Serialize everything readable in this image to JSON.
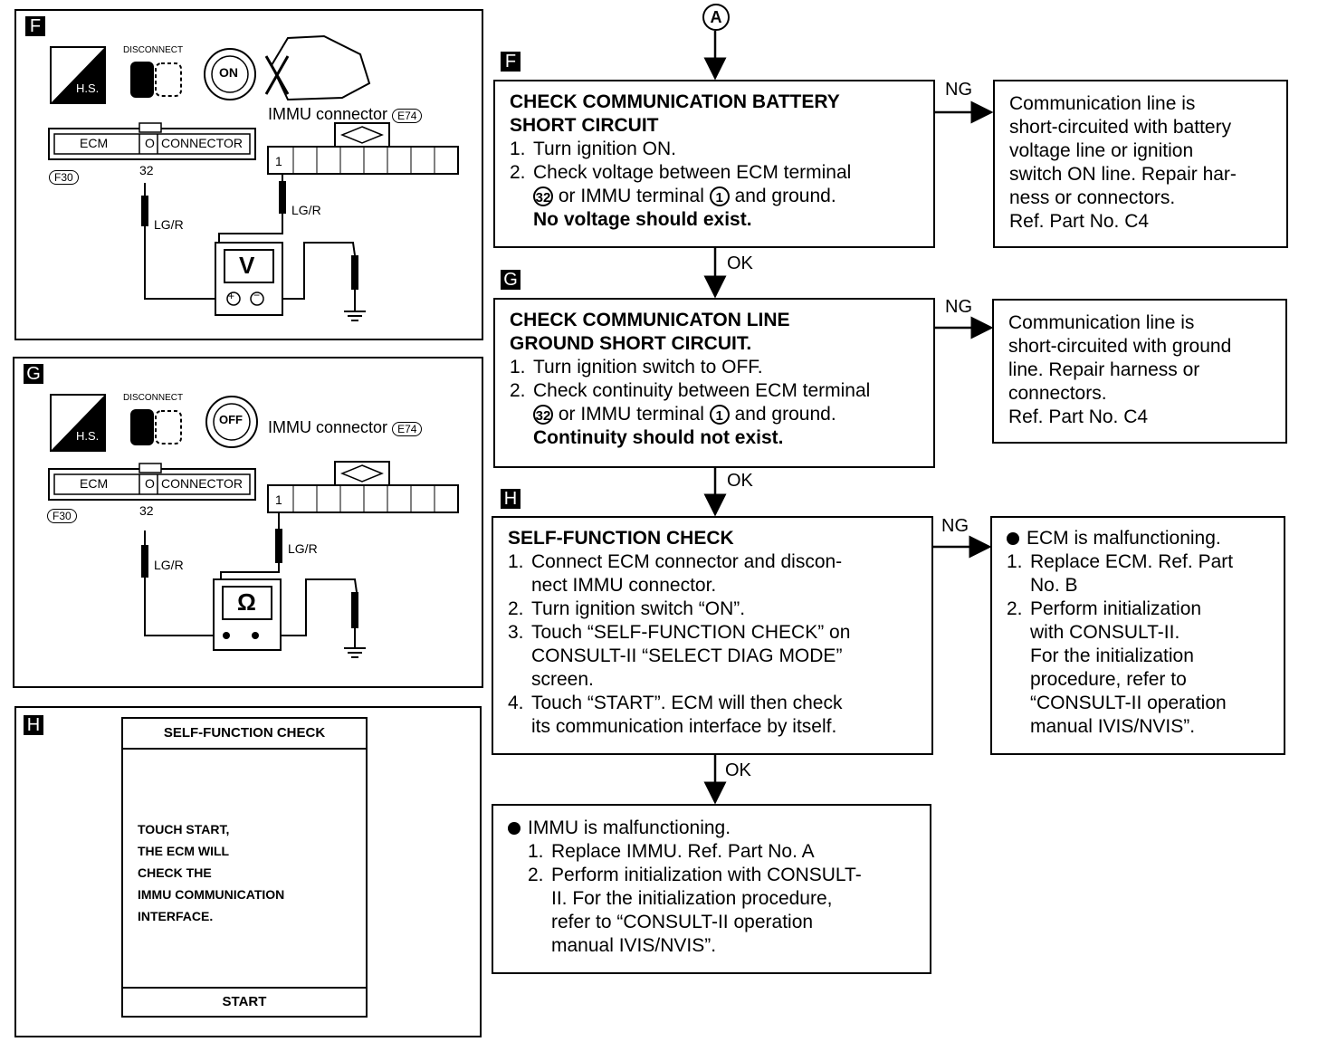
{
  "connector_A": "A",
  "steps": {
    "F": {
      "tag": "F",
      "title": "CHECK COMMUNICATION BATTERY SHORT CIRCUIT",
      "title_line1": "CHECK COMMUNICATION BATTERY",
      "title_line2": "SHORT CIRCUIT",
      "item1": "Turn ignition ON.",
      "item2_a": "Check voltage between ECM terminal",
      "item2_b_pre": "or IMMU terminal",
      "item2_b_post": "and ground.",
      "item2_term1": "32",
      "item2_term2": "1",
      "emphasis": "No voltage should exist.",
      "ng_label": "NG",
      "ok_label": "OK",
      "ng_result": [
        "Communication line is",
        "short-circuited with battery",
        "voltage line or ignition",
        "switch ON line. Repair har-",
        "ness or connectors.",
        "Ref. Part No. C4"
      ]
    },
    "G": {
      "tag": "G",
      "title_line1": "CHECK COMMUNICATON LINE",
      "title_line2": "GROUND SHORT CIRCUIT.",
      "item1": "Turn ignition switch to OFF.",
      "item2_a": "Check continuity between ECM terminal",
      "item2_b_pre": "or IMMU terminal",
      "item2_b_post": "and ground.",
      "item2_term1": "32",
      "item2_term2": "1",
      "emphasis": "Continuity should not exist.",
      "ng_label": "NG",
      "ok_label": "OK",
      "ng_result": [
        "Communication line is",
        "short-circuited with ground",
        "line. Repair harness or",
        "connectors.",
        "Ref. Part No. C4"
      ]
    },
    "H": {
      "tag": "H",
      "title": "SELF-FUNCTION CHECK",
      "items": [
        [
          "Connect ECM connector and discon-",
          "nect IMMU connector."
        ],
        [
          "Turn ignition switch “ON”."
        ],
        [
          "Touch “SELF-FUNCTION CHECK” on",
          "CONSULT-II “SELECT DIAG MODE”",
          "screen."
        ],
        [
          "Touch “START”. ECM will then check",
          "its communication interface by itself."
        ]
      ],
      "ng_label": "NG",
      "ok_label": "OK",
      "ng_result": {
        "bullet": "ECM is malfunctioning.",
        "items": [
          [
            "Replace ECM. Ref. Part",
            "No. B"
          ],
          [
            "Perform initialization",
            "with CONSULT-II.",
            "For the initialization",
            "procedure, refer to",
            "“CONSULT-II operation",
            "manual IVIS/NVIS”."
          ]
        ]
      }
    },
    "final": {
      "bullet": "IMMU is malfunctioning.",
      "items": [
        [
          "Replace IMMU. Ref. Part No. A"
        ],
        [
          "Perform initialization with CONSULT-",
          "II. For the initialization procedure,",
          "refer to “CONSULT-II operation",
          "manual IVIS/NVIS”."
        ]
      ]
    }
  },
  "diagrams": {
    "F": {
      "tag": "F",
      "hs": "H.S.",
      "disconnect": "DISCONNECT",
      "ign": "ON",
      "immu_connector": "IMMU connector",
      "immu_code": "E74",
      "ecm": "ECM",
      "connector": "CONNECTOR",
      "ecm_code": "F30",
      "terminal_ecm": "32",
      "terminal_immu": "1",
      "wire_left": "LG/R",
      "wire_right": "LG/R",
      "meter": "V"
    },
    "G": {
      "tag": "G",
      "hs": "H.S.",
      "disconnect": "DISCONNECT",
      "ign": "OFF",
      "immu_connector": "IMMU connector",
      "immu_code": "E74",
      "ecm": "ECM",
      "connector": "CONNECTOR",
      "ecm_code": "F30",
      "terminal_ecm": "32",
      "terminal_immu": "1",
      "wire_left": "LG/R",
      "wire_right": "LG/R",
      "meter": "Ω"
    },
    "H": {
      "tag": "H",
      "screen_title": "SELF-FUNCTION CHECK",
      "screen_lines": [
        "TOUCH START,",
        "THE ECM WILL",
        "CHECK THE",
        "IMMU COMMUNICATION",
        "INTERFACE."
      ],
      "start_button": "START"
    }
  }
}
